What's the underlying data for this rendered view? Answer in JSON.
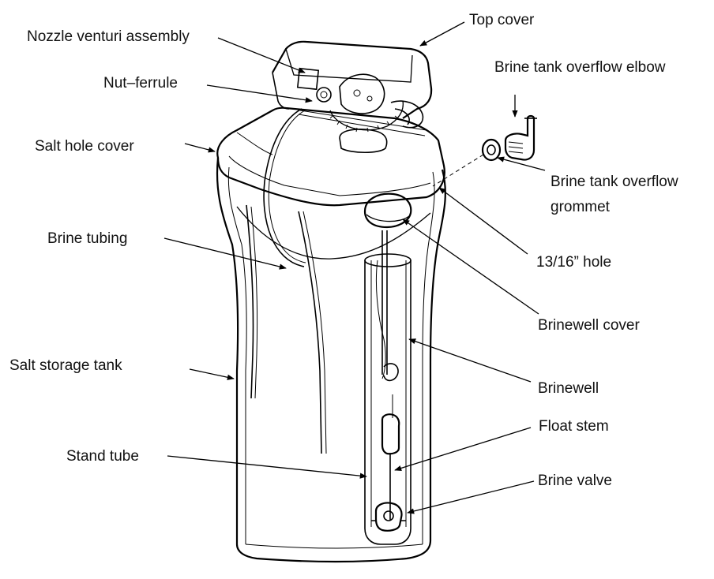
{
  "labels": {
    "nozzle_venturi": "Nozzle venturi assembly",
    "top_cover": "Top cover",
    "nut_ferrule": "Nut–ferrule",
    "brine_overflow_elbow": "Brine tank overflow elbow",
    "salt_hole_cover": "Salt hole cover",
    "overflow_grommet_1": "Brine tank overflow",
    "overflow_grommet_2": "grommet",
    "brine_tubing": "Brine tubing",
    "hole": "13/16” hole",
    "brinewell_cover": "Brinewell cover",
    "salt_storage_tank": "Salt storage tank",
    "brinewell": "Brinewell",
    "float_stem": "Float stem",
    "stand_tube": "Stand tube",
    "brine_valve": "Brine valve"
  }
}
